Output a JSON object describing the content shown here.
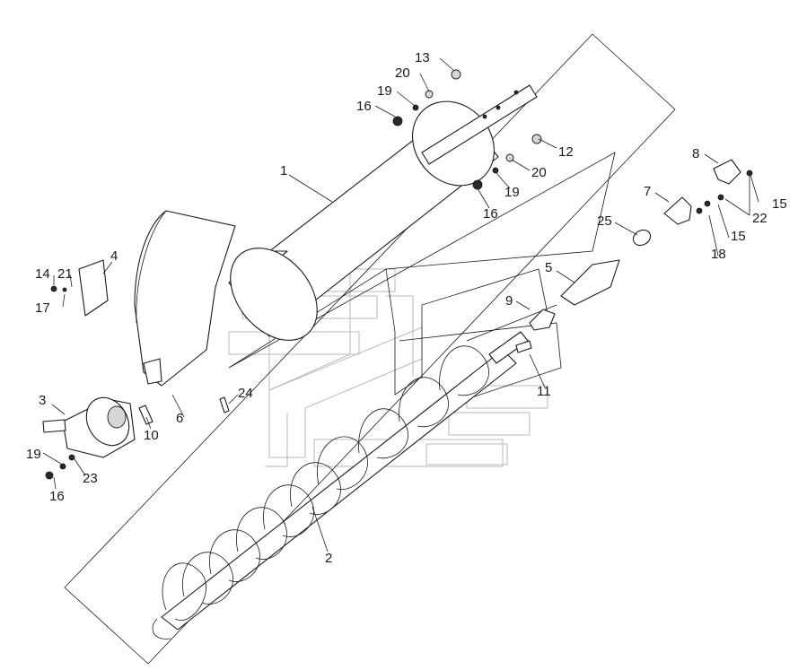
{
  "callouts": {
    "c1": "1",
    "c2": "2",
    "c3": "3",
    "c4": "4",
    "c5": "5",
    "c6": "6",
    "c7": "7",
    "c8": "8",
    "c9": "9",
    "c10": "10",
    "c11": "11",
    "c12": "12",
    "c13": "13",
    "c14": "14",
    "c15a": "15",
    "c15b": "15",
    "c16a": "16",
    "c16b": "16",
    "c16c": "16",
    "c17": "17",
    "c18": "18",
    "c19a": "19",
    "c19b": "19",
    "c19c": "19",
    "c20a": "20",
    "c20b": "20",
    "c21": "21",
    "c22": "22",
    "c23": "23",
    "c24": "24",
    "c25": "25"
  },
  "colors": {
    "line": "#1a1a1a",
    "watermark": "#b9b9b9",
    "paper": "#ffffff"
  }
}
